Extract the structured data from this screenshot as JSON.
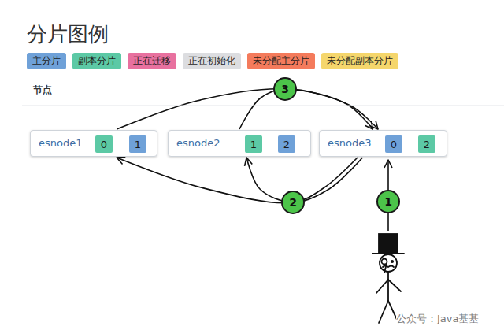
{
  "diagram": {
    "title": "分片图例",
    "nodes": [
      {
        "text": [
          "esnode1"
        ]
      },
      {
        "text": [
          "0"
        ],
        "in": 0
      },
      {
        "text": [
          "1"
        ],
        "in": 0
      },
      {
        "text": [
          "esnode2"
        ]
      },
      {
        "text": [
          "1"
        ],
        "in": 3
      },
      {
        "text": [
          "2"
        ],
        "in": 3
      },
      {
        "text": [
          "esnode3"
        ]
      },
      {
        "text": [
          "0"
        ],
        "in": 6
      },
      {
        "text": [
          "2"
        ],
        "in": 6
      }
    ],
    "edges": [
      {
        "from": 6,
        "to": 0,
        "arrow": "to"
      },
      {
        "from": 6,
        "to": 3,
        "arrow": "to"
      },
      {
        "from": 0,
        "to": 6,
        "arrow": "to"
      },
      {
        "from": 3,
        "to": 6,
        "arrow": "to"
      }
    ],
    "labels": [
      "节点",
      "1",
      "2",
      "3",
      "公众号：Java基基"
    ],
    "legend": [
      {
        "text": "主分片",
        "color": "#6fa1d8"
      },
      {
        "text": "副本分片",
        "color": "#5cc9a5"
      },
      {
        "text": "正在迁移",
        "color": "#e8719f"
      },
      {
        "text": "正在初始化",
        "color": "#dcdde0"
      },
      {
        "text": "未分配主分片",
        "color": "#f47b5c"
      },
      {
        "text": "未分配副本分片",
        "color": "#f5d66c"
      }
    ]
  }
}
